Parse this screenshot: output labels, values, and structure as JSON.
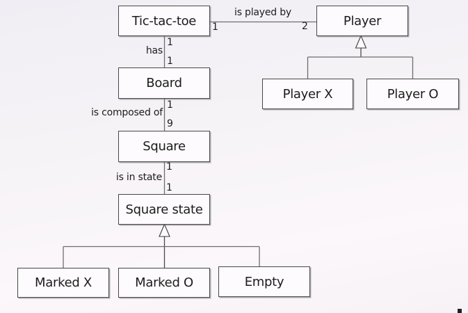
{
  "slide": {
    "type": "uml-class-diagram",
    "colors": {
      "background_top": "#f0eef4",
      "background_bottom": "#fbf7fa",
      "box_fill": "#fdfbfd",
      "box_border": "#474747",
      "connector_line": "#6f6b70",
      "text": "#1c1c1c"
    }
  },
  "classes": {
    "tictactoe": "Tic-tac-toe",
    "player": "Player",
    "board": "Board",
    "player_x": "Player X",
    "player_o": "Player O",
    "square": "Square",
    "square_state": "Square state",
    "marked_x": "Marked X",
    "marked_o": "Marked O",
    "empty": "Empty"
  },
  "associations": {
    "played_by": {
      "label": "is played by",
      "from": "Tic-tac-toe",
      "to": "Player",
      "from_mult": "1",
      "to_mult": "2"
    },
    "has": {
      "label": "has",
      "from": "Tic-tac-toe",
      "to": "Board",
      "from_mult": "1",
      "to_mult": "1"
    },
    "composed_of": {
      "label": "is composed of",
      "from": "Board",
      "to": "Square",
      "from_mult": "1",
      "to_mult": "9"
    },
    "in_state": {
      "label": "is in state",
      "from": "Square",
      "to": "Square state",
      "from_mult": "1",
      "to_mult": "1"
    }
  },
  "generalizations": [
    {
      "parent": "Player",
      "children": [
        "Player X",
        "Player O"
      ]
    },
    {
      "parent": "Square state",
      "children": [
        "Marked X",
        "Marked O",
        "Empty"
      ]
    }
  ]
}
